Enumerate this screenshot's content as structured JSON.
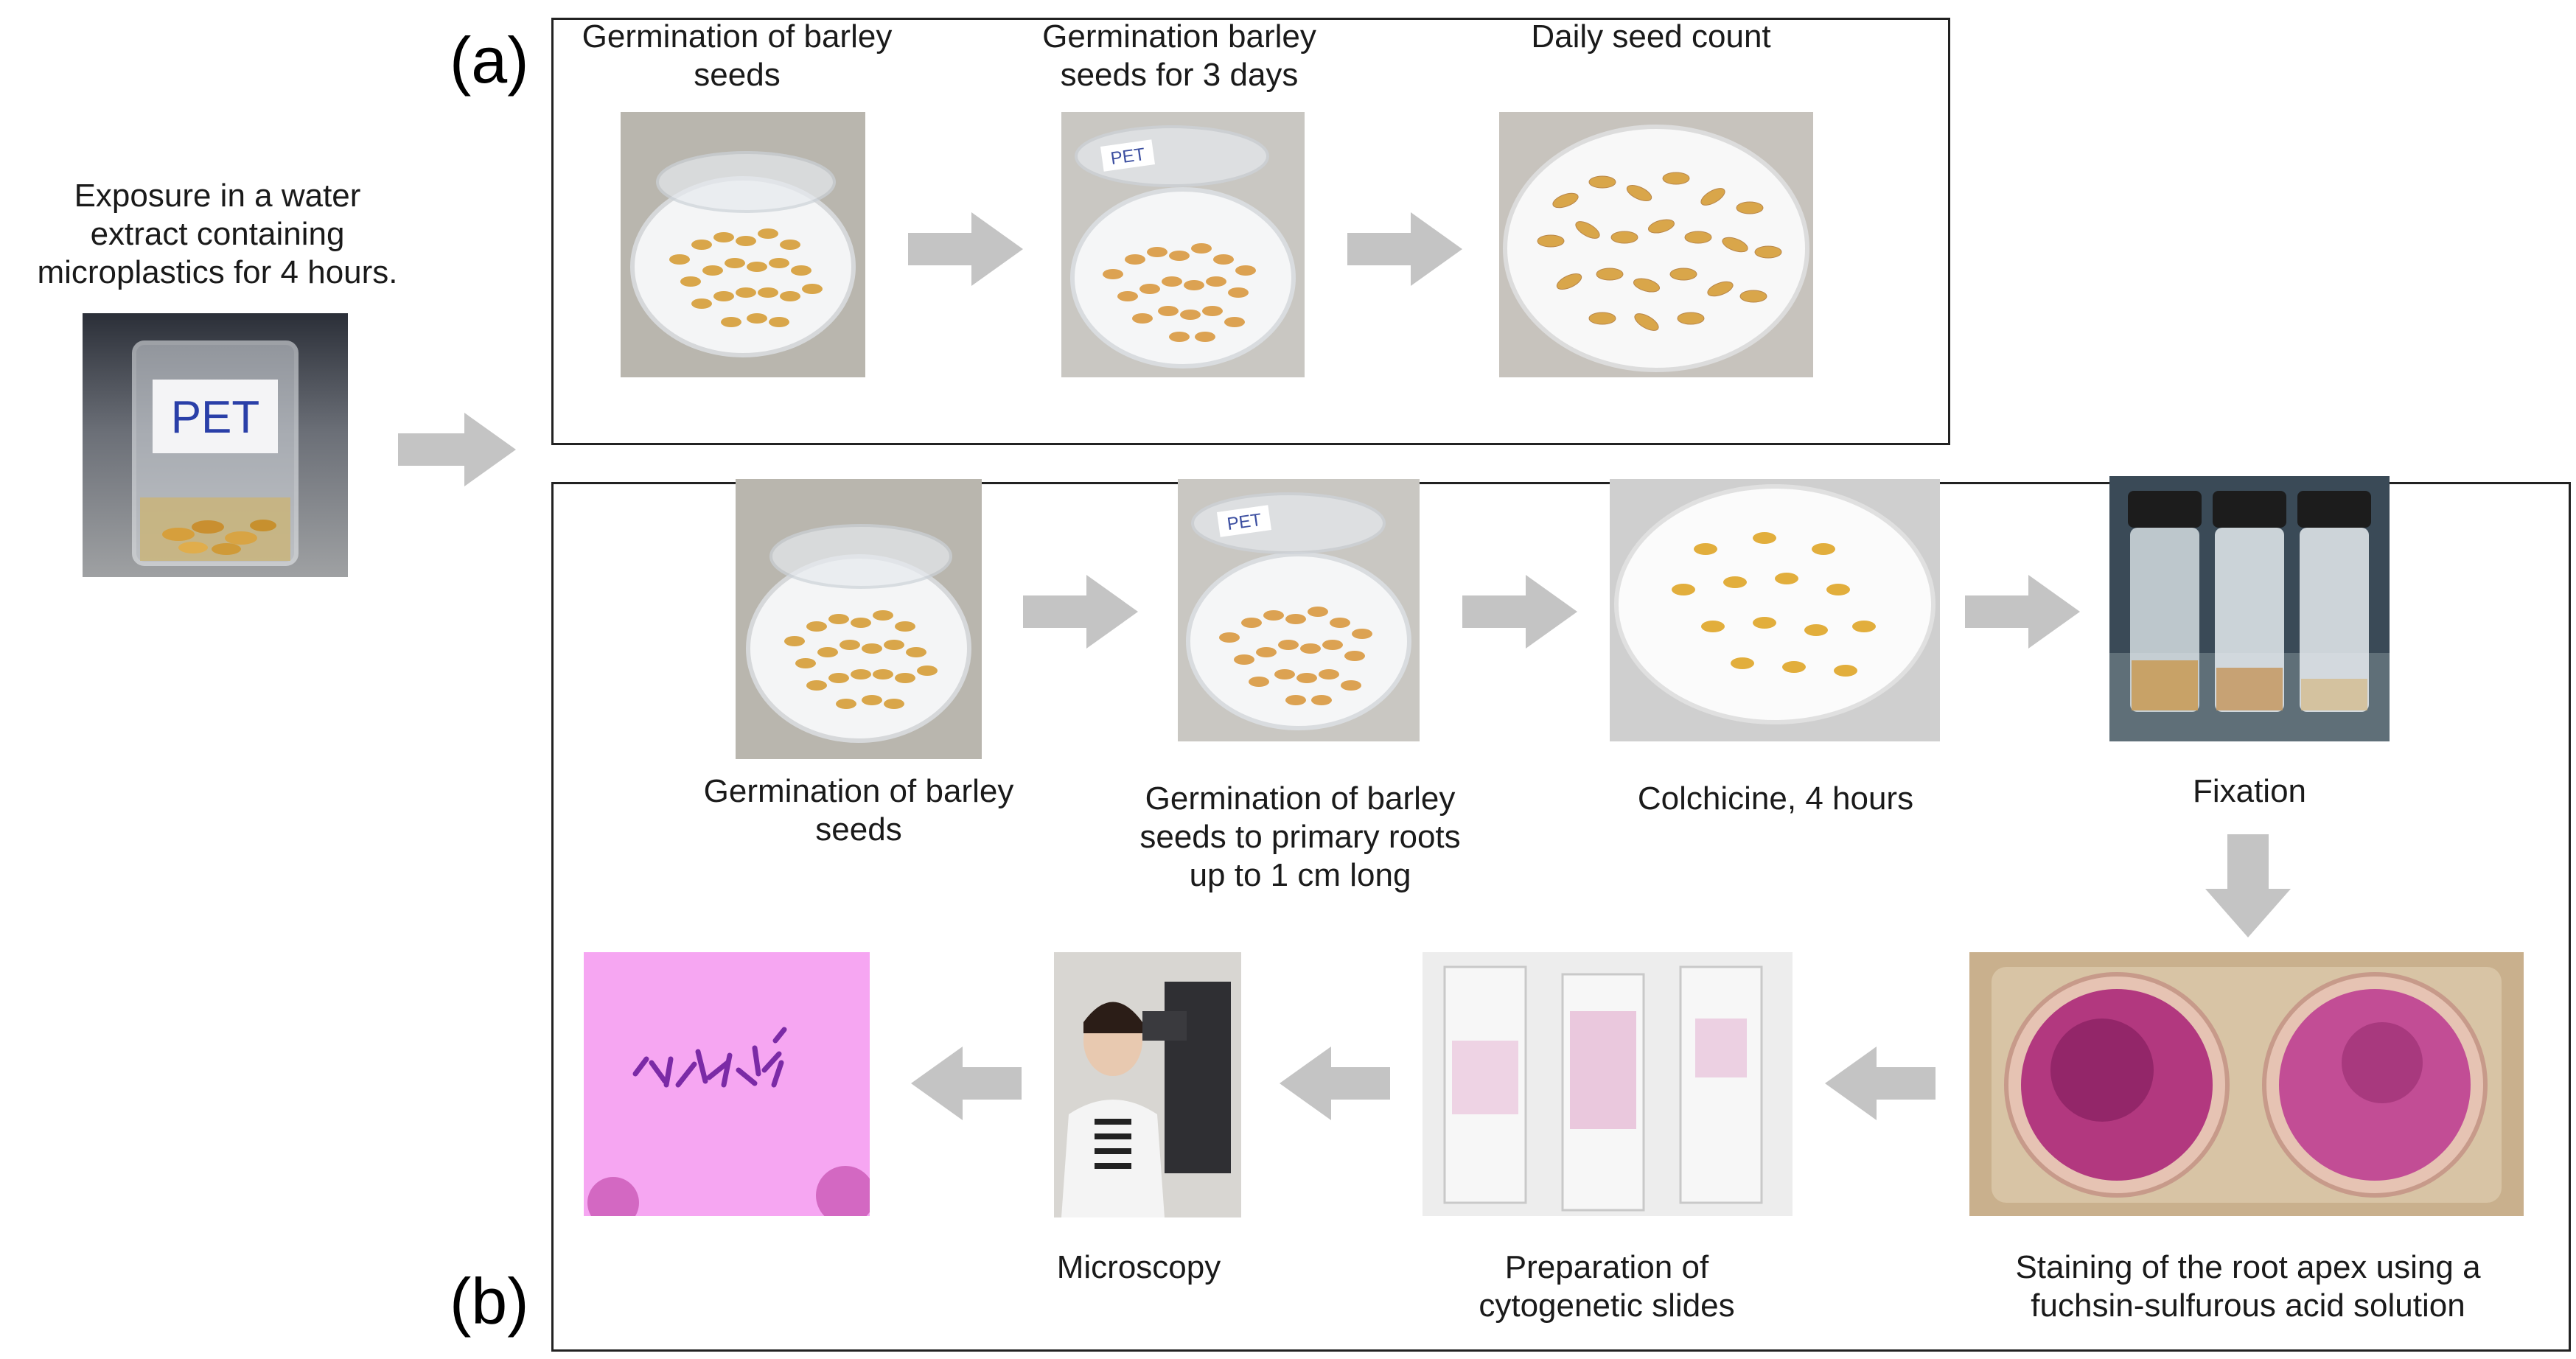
{
  "panels": {
    "a_label": "(a)",
    "b_label": "(b)"
  },
  "exposure": {
    "caption": "Exposure in a water\nextract containing\nmicroplastics for 4 hours.",
    "label_text": "PET"
  },
  "panel_a": {
    "steps": [
      {
        "caption": "Germination of barley\nseeds"
      },
      {
        "caption": "Germination barley\nseeds for 3 days",
        "label_text": "PET"
      },
      {
        "caption": "Daily seed count"
      }
    ]
  },
  "panel_b": {
    "steps": [
      {
        "caption": "Germination of barley\nseeds"
      },
      {
        "caption": "Germination of barley\nseeds to primary roots\nup to 1 cm long",
        "label_text": "PET"
      },
      {
        "caption": "Colchicine, 4 hours"
      },
      {
        "caption": "Fixation"
      },
      {
        "caption": "Staining of the root apex using a\nfuchsin-sulfurous acid solution"
      },
      {
        "caption": "Preparation of\ncytogenetic slides"
      },
      {
        "caption": "Microscopy"
      },
      {
        "caption": ""
      }
    ]
  },
  "colors": {
    "arrow": "#c4c4c4",
    "border": "#222222",
    "seed": "#d9a64a",
    "stain": "#a0206b",
    "micro_bg": "#f6a6f2"
  }
}
